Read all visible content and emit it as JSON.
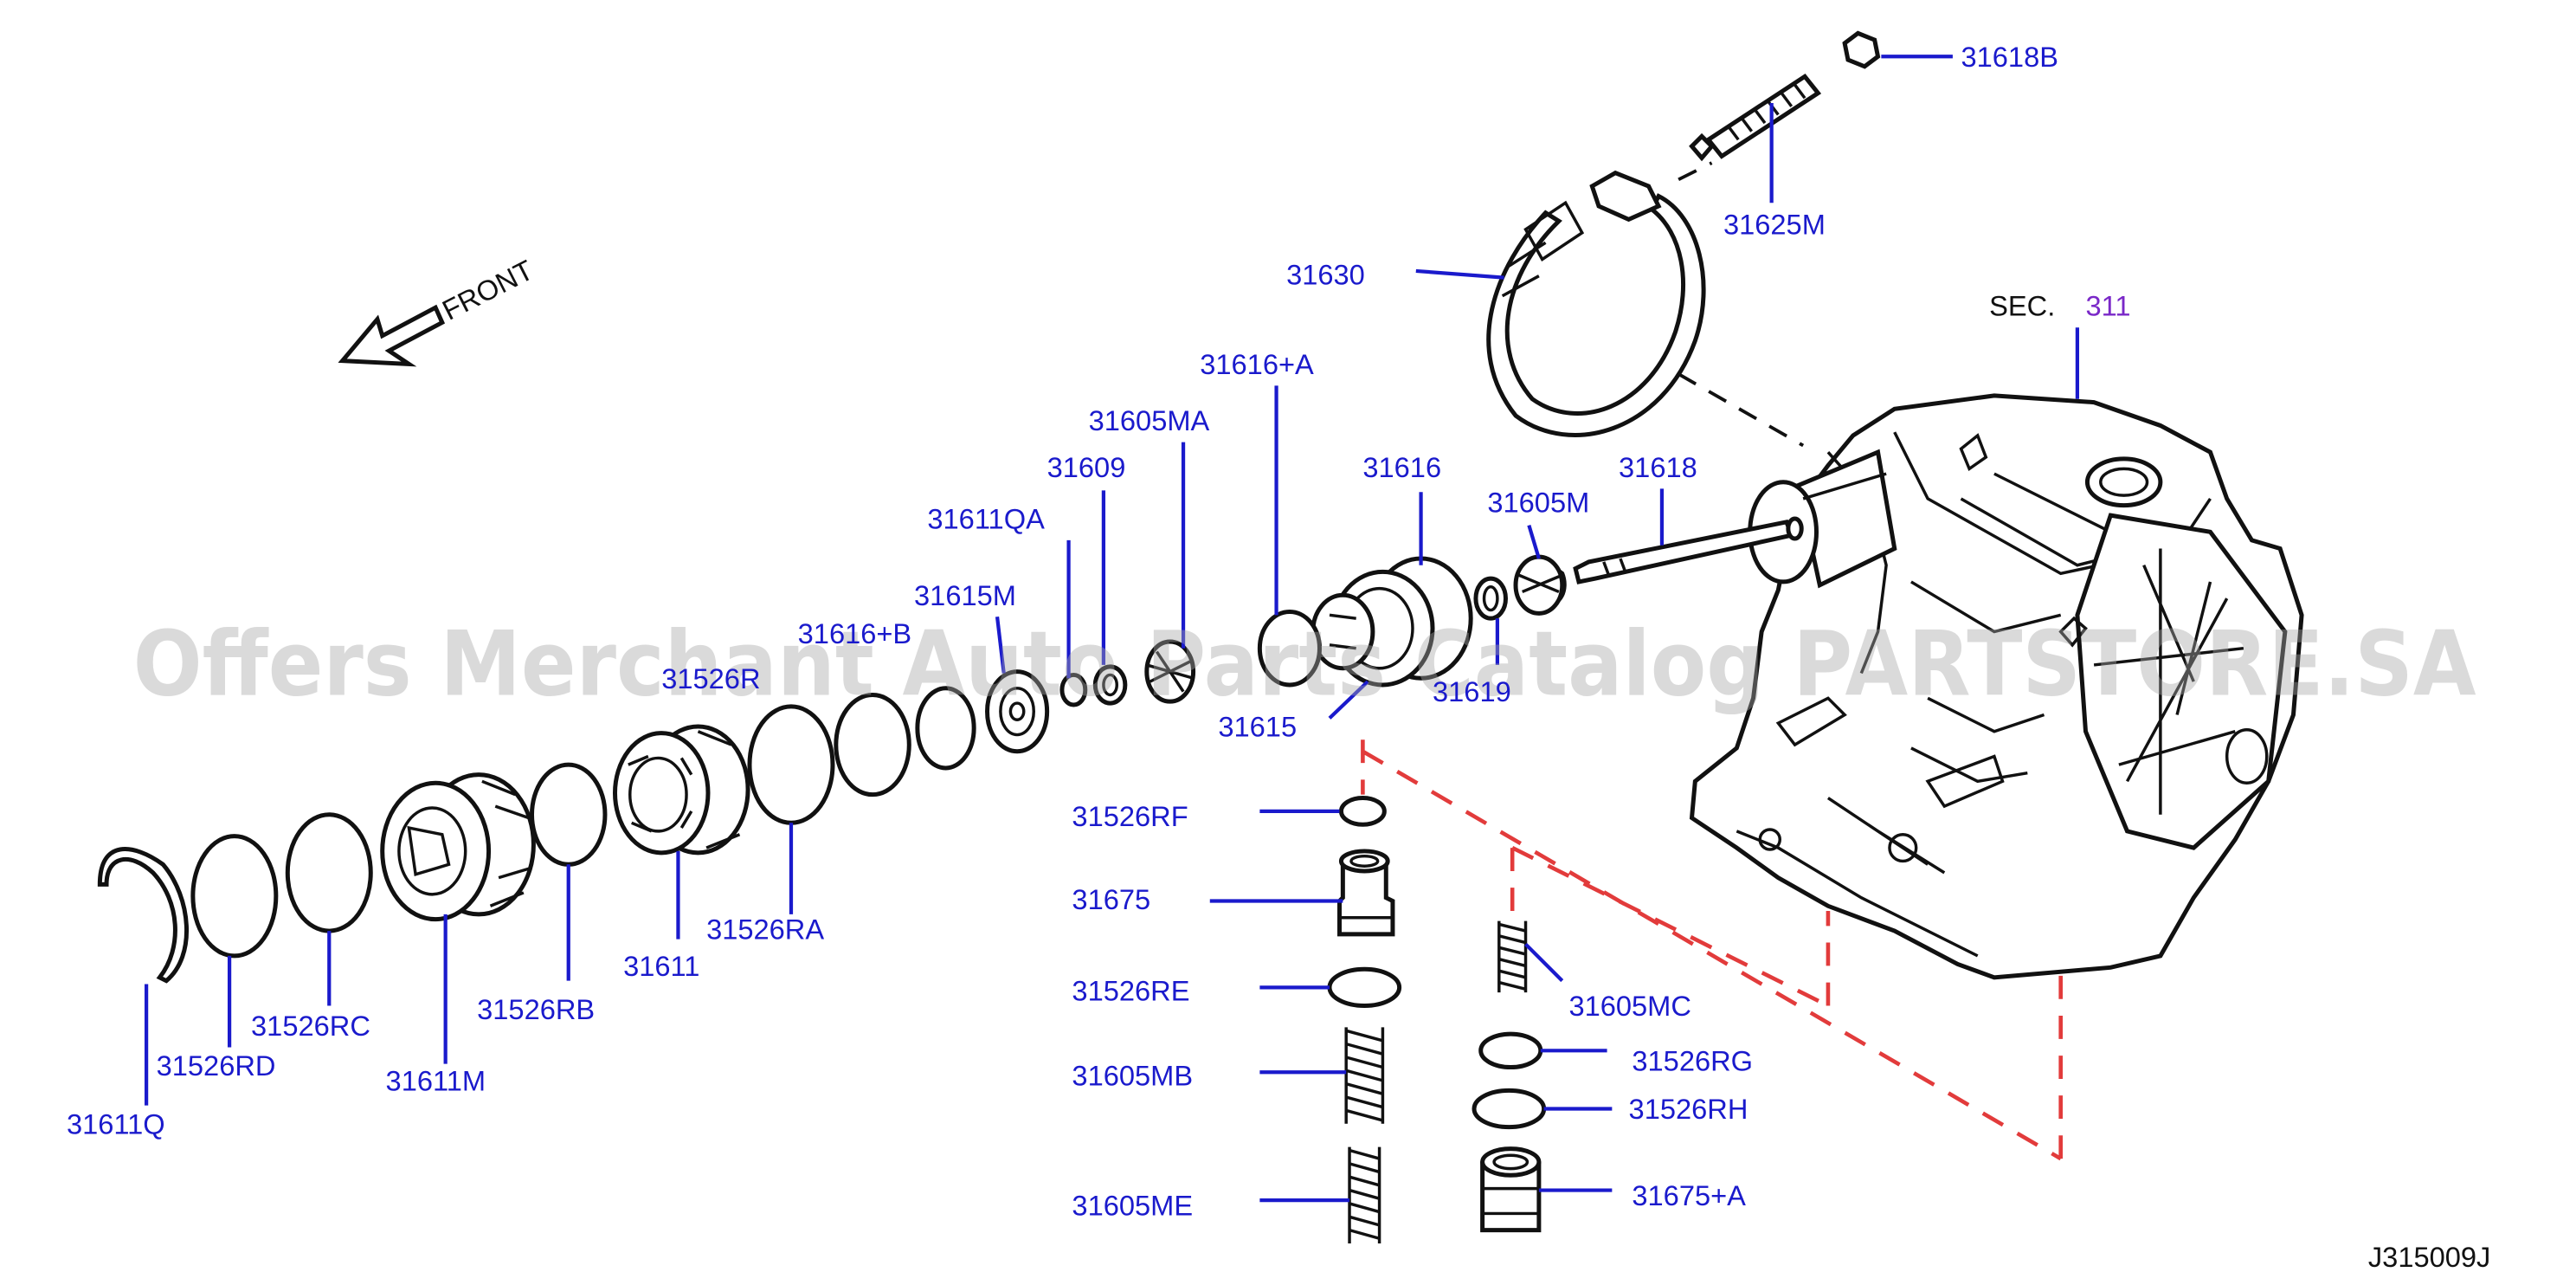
{
  "labels": {
    "p31618B": "31618B",
    "p31625M": "31625M",
    "p31630": "31630",
    "sec": "SEC.",
    "sec_num": "311",
    "p31616A": "31616+A",
    "p31605MA": "31605MA",
    "p31609": "31609",
    "p31616": "31616",
    "p31618": "31618",
    "p31605M": "31605M",
    "p31611QA": "31611QA",
    "p31615M": "31615M",
    "p31616B": "31616+B",
    "p31526R": "31526R",
    "p31615": "31615",
    "p31619": "31619",
    "p31526RF": "31526RF",
    "p31675": "31675",
    "p31526RE": "31526RE",
    "p31605MB": "31605MB",
    "p31605ME": "31605ME",
    "p31605MC": "31605MC",
    "p31526RG": "31526RG",
    "p31526RH": "31526RH",
    "p31675A": "31675+A",
    "p31526RA": "31526RA",
    "p31611": "31611",
    "p31526RB": "31526RB",
    "p31611M": "31611M",
    "p31526RC": "31526RC",
    "p31526RD": "31526RD",
    "p31611Q": "31611Q"
  },
  "front_label": "FRONT",
  "figure_code": "J315009J",
  "watermark": "Offers Merchant Auto Parts Catalog PARTSTORE.SA",
  "colors": {
    "label": "#1a1acc",
    "section_number": "#7a28c8",
    "hidden_line": "#e23b3b",
    "watermark": "#a8a8a8"
  }
}
